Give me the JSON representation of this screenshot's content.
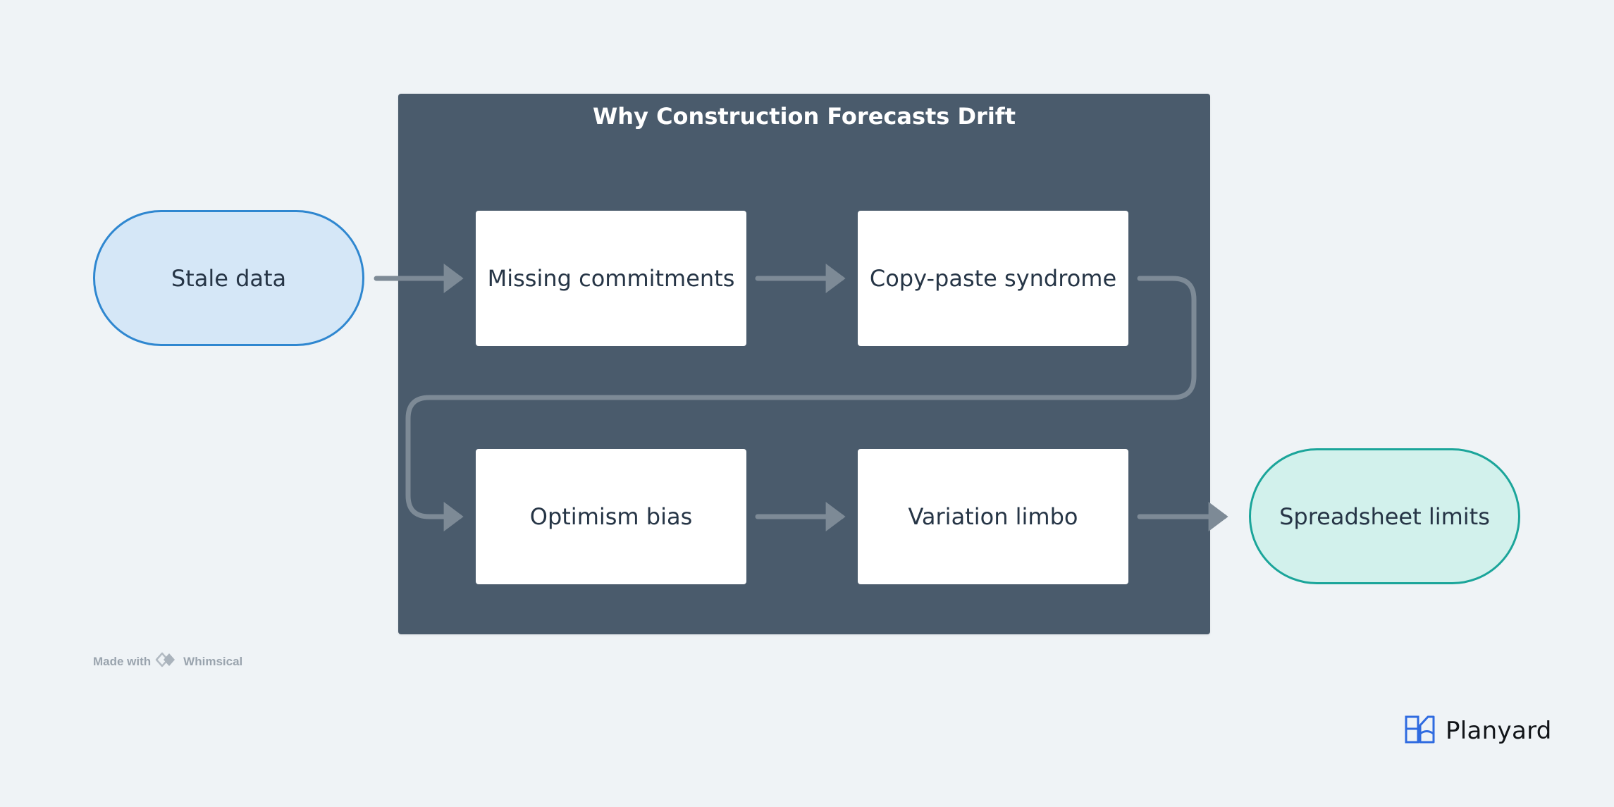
{
  "diagram": {
    "group": {
      "title": "Why Construction Forecasts Drift"
    },
    "start": {
      "label": "Stale data"
    },
    "end": {
      "label": "Spreadsheet limits"
    },
    "steps": [
      {
        "label": "Missing commitments"
      },
      {
        "label": "Copy-paste syndrome"
      },
      {
        "label": "Optimism bias"
      },
      {
        "label": "Variation limbo"
      }
    ],
    "colors": {
      "group_fill": "#4a5b6c",
      "connector": "#7d8a96",
      "start_fill": "#d5e7f7",
      "start_border": "#2f87d0",
      "end_fill": "#d2f1ec",
      "end_border": "#1ba59a"
    }
  },
  "footer": {
    "credit_prefix": "Made with",
    "credit_brand": "Whimsical",
    "logo_name": "Planyard"
  }
}
